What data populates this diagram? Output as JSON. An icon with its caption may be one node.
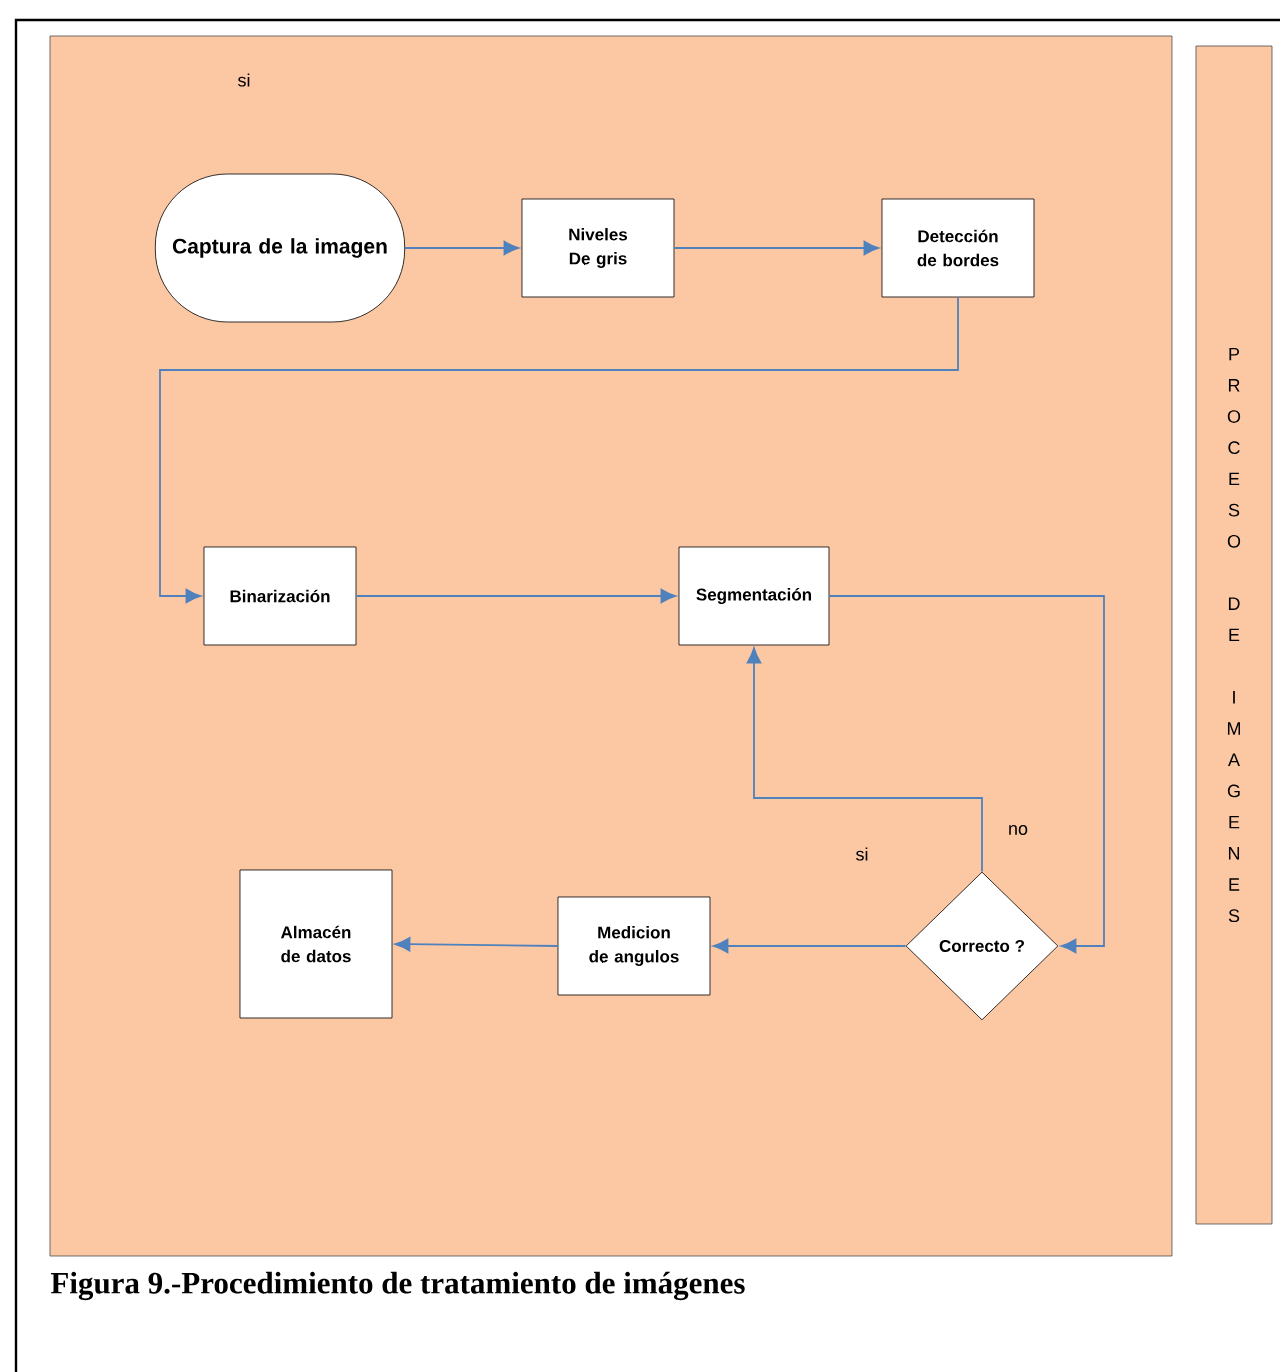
{
  "diagram": {
    "caption": "Figura 9.-Procedimiento de tratamiento de imágenes",
    "nodes": [
      {
        "text": [],
        "shape": "box"
      },
      {
        "text": [
          "Captura de la imagen"
        ],
        "in": 0
      },
      {
        "text": [
          "Niveles De gris"
        ],
        "in": 0
      },
      {
        "text": [
          "Detección de bordes"
        ],
        "in": 0
      },
      {
        "text": [
          "Binarización"
        ],
        "in": 0
      },
      {
        "text": [
          "Segmentación"
        ],
        "in": 0
      },
      {
        "text": [
          "Correcto ?"
        ],
        "in": 0
      },
      {
        "text": [
          "Medicion de angulos"
        ],
        "in": 0
      },
      {
        "text": [
          "Almacén de datos"
        ],
        "in": 0
      },
      {
        "text": [
          "PROCESO DE IMAGENES"
        ]
      }
    ],
    "edges": [
      {
        "from": 1,
        "to": 2,
        "arrow": "to"
      },
      {
        "from": 2,
        "to": 3,
        "arrow": "to"
      },
      {
        "from": 3,
        "to": 4,
        "arrow": "to"
      },
      {
        "from": 4,
        "to": 5,
        "arrow": "to"
      },
      {
        "from": 5,
        "to": 6,
        "arrow": "to"
      },
      {
        "from": 6,
        "to": 5,
        "arrow": "to",
        "label": "no"
      },
      {
        "from": 6,
        "to": 7,
        "arrow": "to",
        "label": "si"
      },
      {
        "from": 7,
        "to": 8,
        "arrow": "to"
      }
    ],
    "labels": [
      "si"
    ]
  }
}
